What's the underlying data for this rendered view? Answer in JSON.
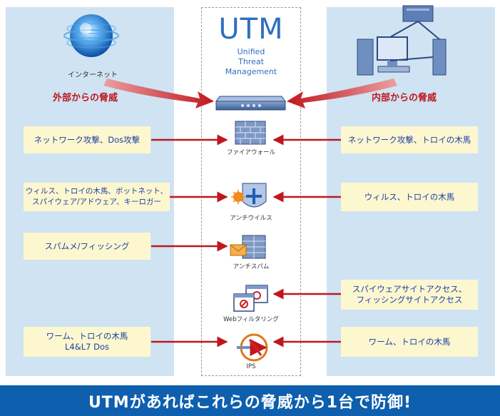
{
  "title": "UTM",
  "subtitle": "Unified\nThreat\nManagement",
  "internet_label": "インターネット",
  "external_heading": "外部からの脅威",
  "internal_heading": "内部からの脅威",
  "left_threats": [
    "ネットワーク攻撃、Dos攻撃",
    "ウィルス、トロイの木馬、ボットネット、\nスパイウェア/アドウェア、キーロガー",
    "スパムメ/フィッシング",
    "ワーム、トロイの木馬\nL4&L7 Dos"
  ],
  "right_threats": [
    "ネットワーク攻撃、トロイの木馬",
    "ウィルス、トロイの木馬",
    "スパイウェアサイトアクセス、\nフィッシングサイトアクセス",
    "ワーム、トロイの木馬"
  ],
  "functions": [
    "ファイアウォール",
    "アンチウイルス",
    "アンチスパム",
    "Webフィルタリング",
    "IPS"
  ],
  "banner": "UTMがあればこれらの脅威から1台で防御!",
  "colors": {
    "panel": "#cfe3f3",
    "box": "#fdf7cf",
    "arrow": "#c0171f",
    "accent": "#2f6fc0",
    "banner": "#0e5fae"
  }
}
